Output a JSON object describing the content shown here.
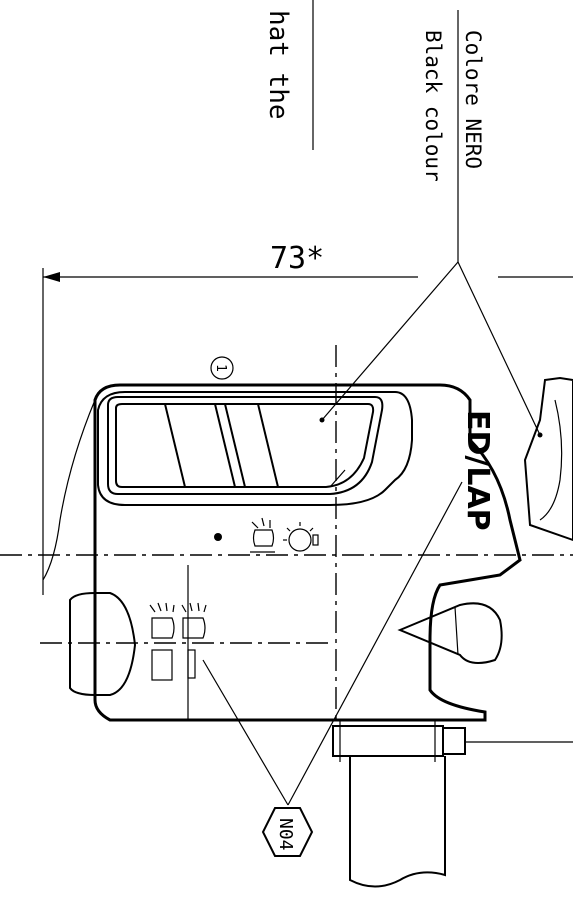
{
  "drawing": {
    "title": "",
    "note_fragment": "hat the",
    "color_it": "Colore NERO",
    "color_en": "Black colour",
    "dimension": "73*",
    "brand": "ED/LAP",
    "callout": "N04",
    "circled_mark": "1",
    "line_color": "#000000",
    "background": "#ffffff"
  }
}
